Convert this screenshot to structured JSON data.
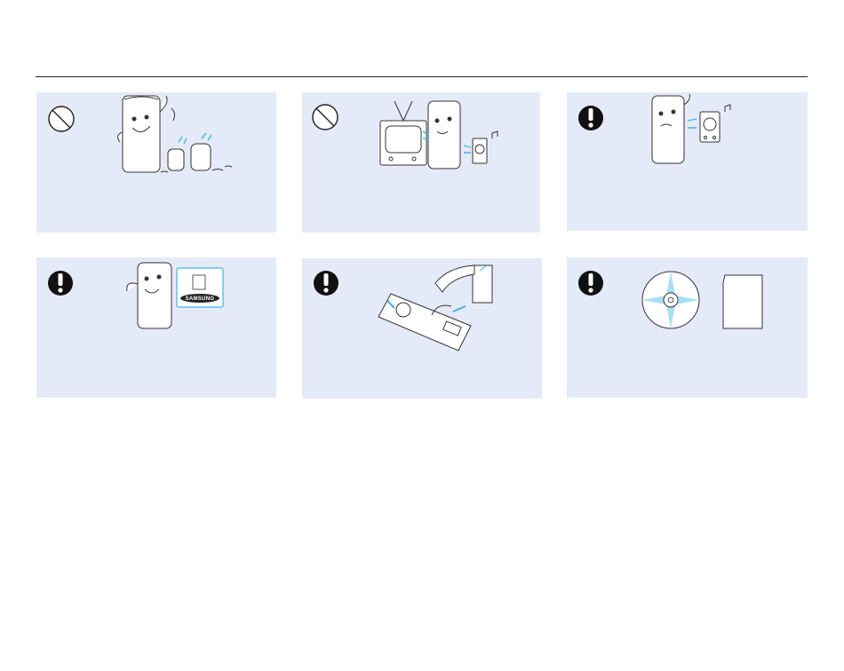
{
  "colors": {
    "panel_background": "#e4eaf8",
    "warning_icon": "#111111",
    "accent_cyan": "#3fb6e6",
    "rule": "#222222"
  },
  "panels": [
    {
      "id": "p1",
      "icon": "prohibition-icon",
      "illustration": "camcorder-waving-with-children"
    },
    {
      "id": "p2",
      "icon": "prohibition-icon",
      "illustration": "camcorder-near-tv-and-speaker"
    },
    {
      "id": "p3",
      "icon": "caution-icon",
      "illustration": "camcorder-near-speaker"
    },
    {
      "id": "p4",
      "icon": "caution-icon",
      "illustration": "camcorder-with-battery-pack"
    },
    {
      "id": "p5",
      "icon": "caution-icon",
      "illustration": "camcorder-lying-by-window"
    },
    {
      "id": "p6",
      "icon": "caution-icon",
      "illustration": "cd-and-memory-card"
    }
  ],
  "brand": {
    "label": "SAMSUNG"
  }
}
